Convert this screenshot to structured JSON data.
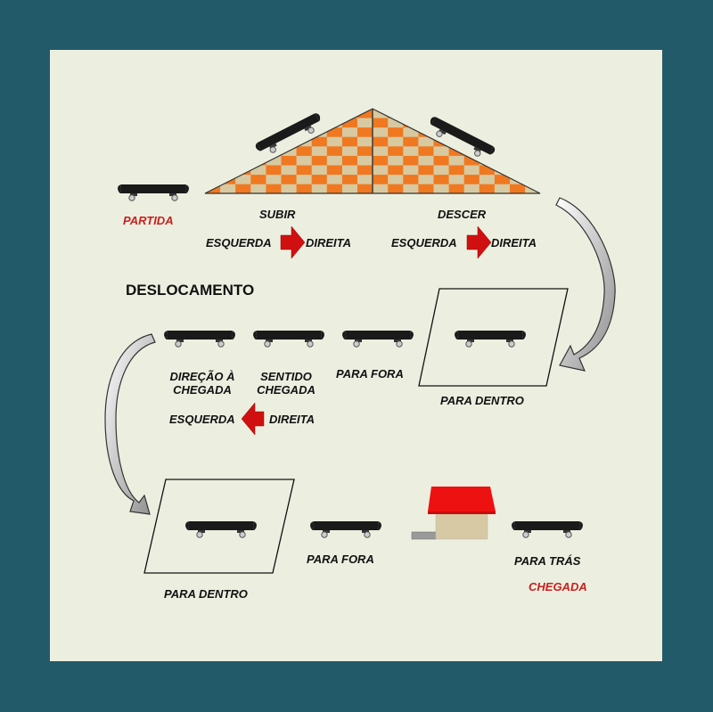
{
  "colors": {
    "background": "#225a6a",
    "panel": "#ecefe0",
    "roof_orange": "#f07820",
    "roof_tan": "#d8c9a0",
    "arrow_red": "#d01010",
    "house_roof": "#ee1111",
    "house_wall": "#d6c9a4",
    "label_red": "#c8201f"
  },
  "labels": {
    "start": "PARTIDA",
    "up": "SUBIR",
    "down": "DESCER",
    "left_1": "ESQUERDA",
    "right_1": "DIREITA",
    "left_2": "ESQUERDA",
    "right_2": "DIREITA",
    "section_title": "DESLOCAMENTO",
    "direction_to_finish": "DIREÇÃO À CHEGADA",
    "sense_finish": "SENTIDO CHEGADA",
    "outward_1": "PARA FORA",
    "inward_1": "PARA DENTRO",
    "left_3": "ESQUERDA",
    "right_3": "DIREITA",
    "inward_2": "PARA DENTRO",
    "outward_2": "PARA FORA",
    "backward": "PARA TRÁS",
    "finish": "CHEGADA"
  },
  "icons": {
    "skateboard": "skateboard-icon",
    "direction_arrow": "red-arrow-icon",
    "curved_arrow": "curved-arrow-icon",
    "house": "house-icon"
  }
}
